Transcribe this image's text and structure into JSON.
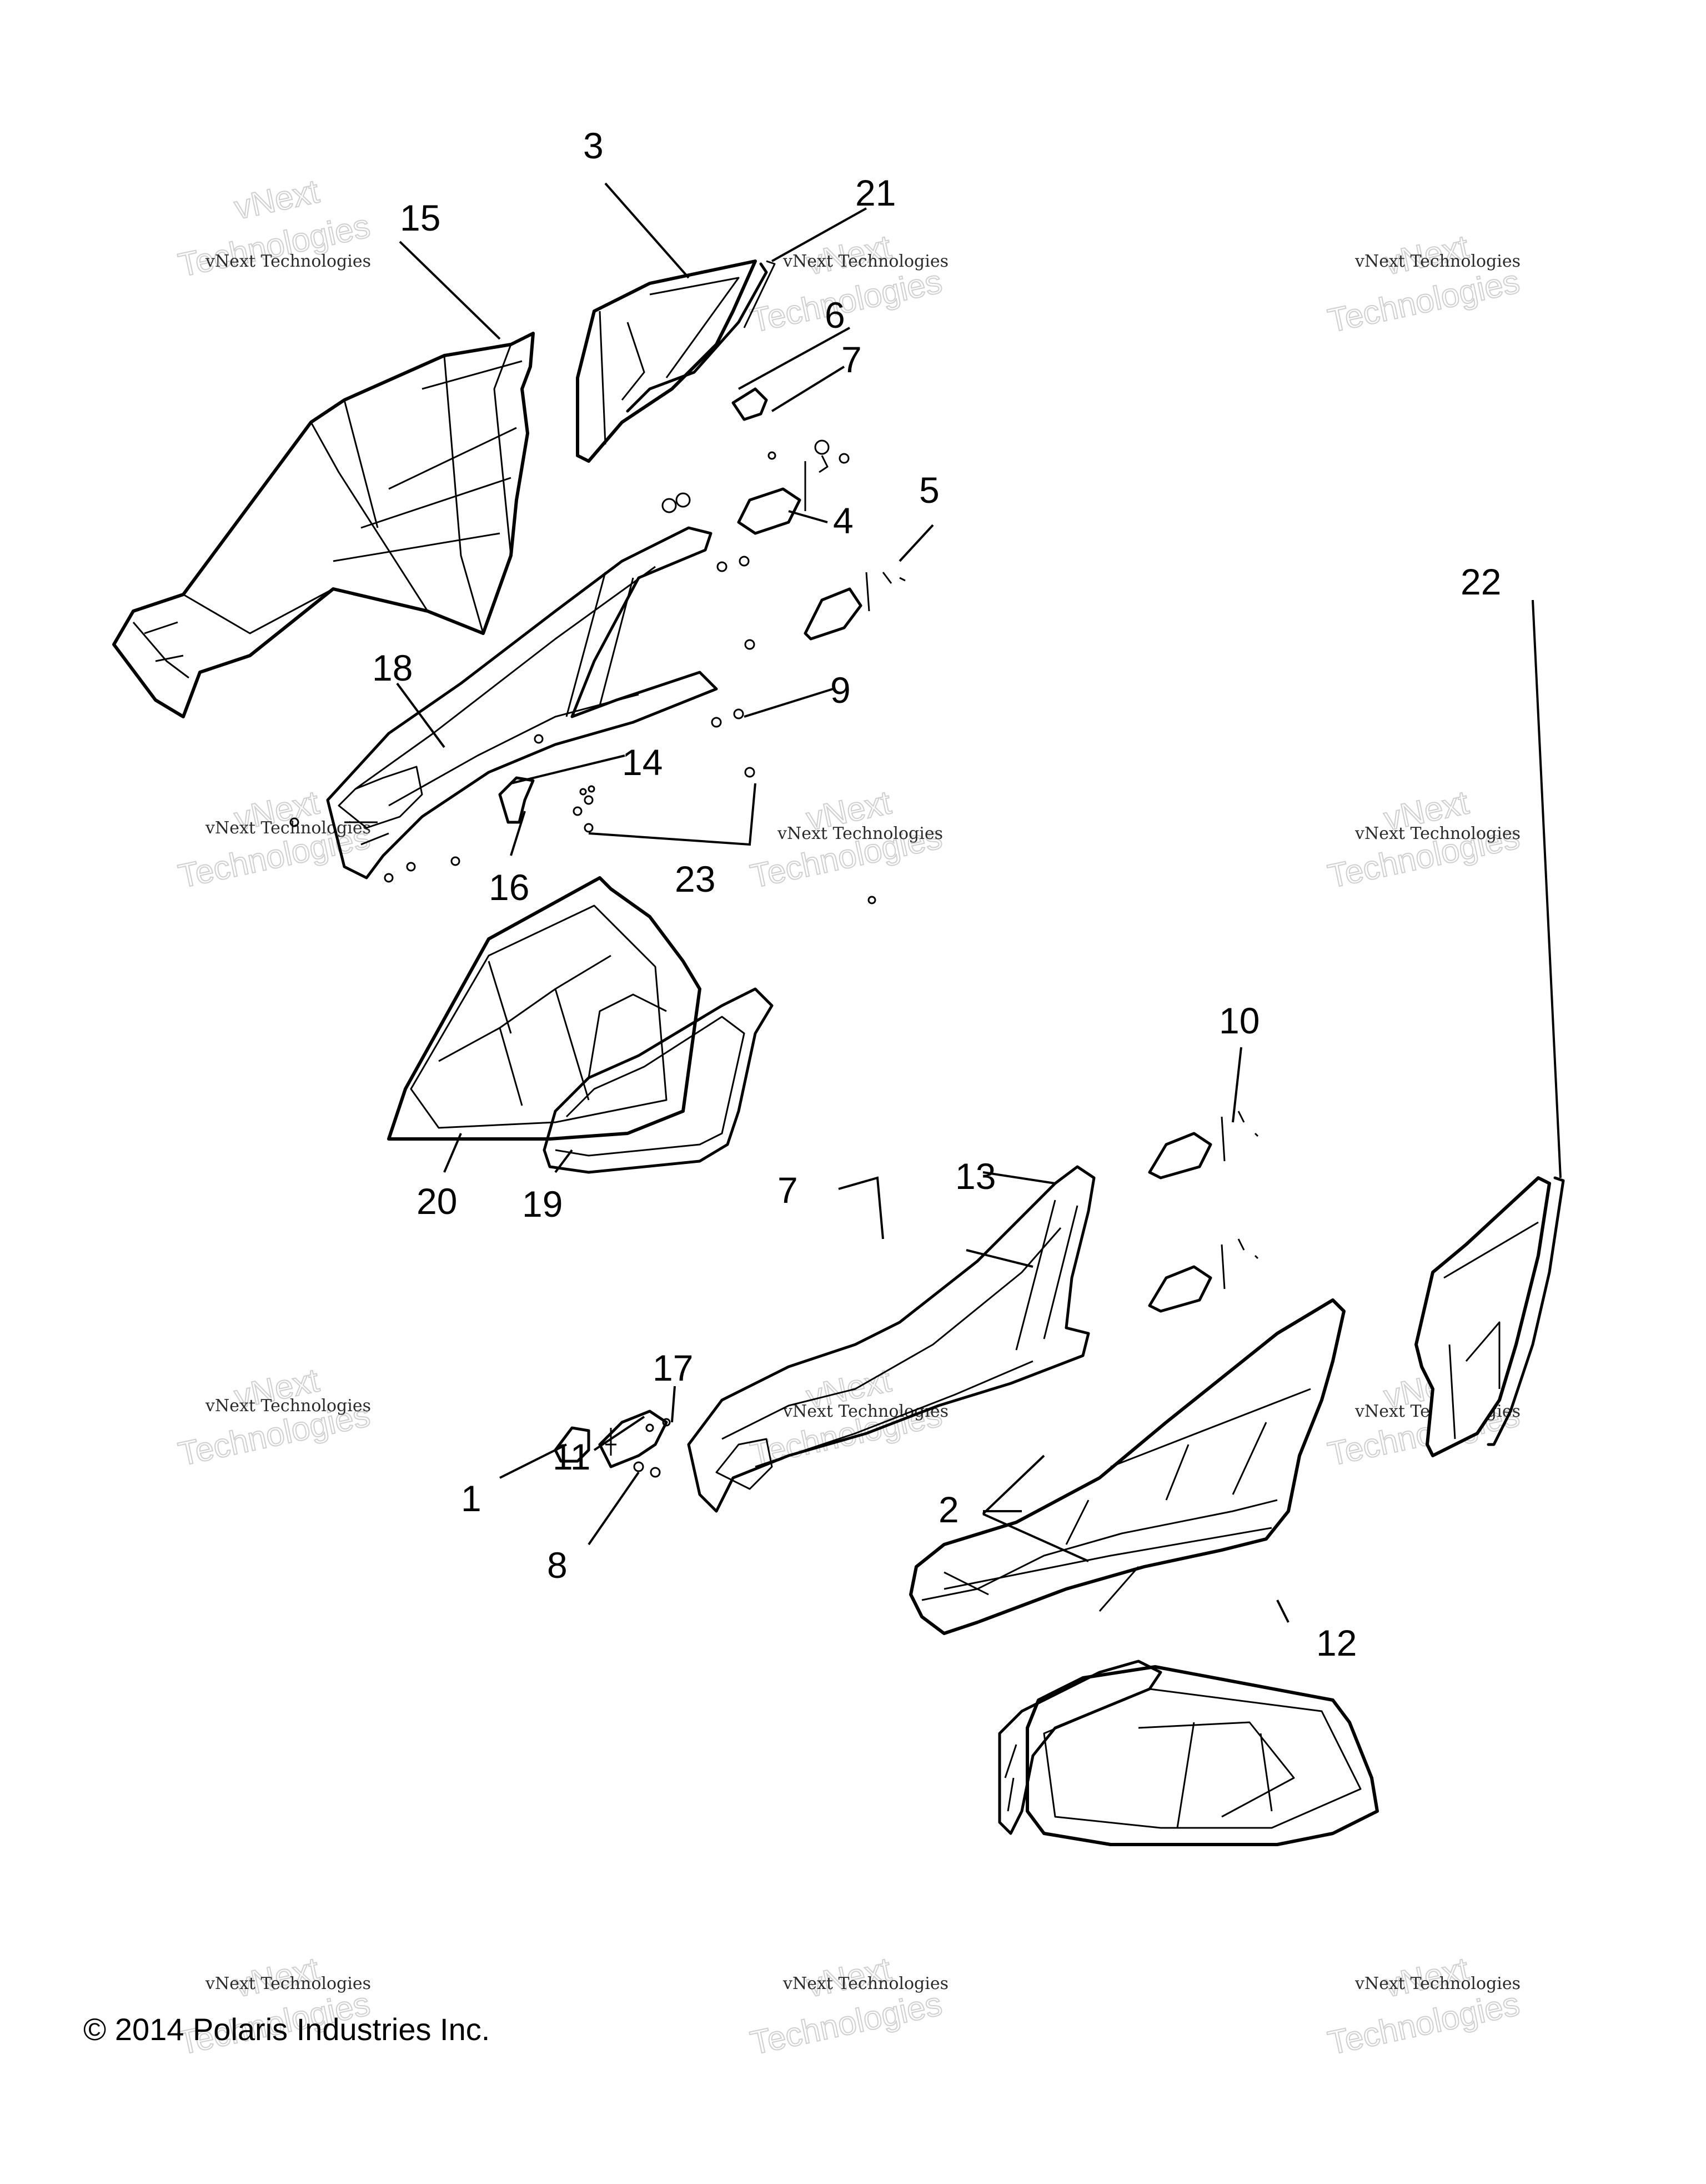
{
  "copyright": "© 2014 Polaris Industries Inc.",
  "watermark": {
    "line1": "vNext Technologies",
    "line2": "Technologies",
    "line3": "vNext"
  },
  "callouts": [
    "1",
    "2",
    "3",
    "4",
    "5",
    "6",
    "7",
    "7",
    "8",
    "9",
    "10",
    "11",
    "12",
    "13",
    "14",
    "15",
    "16",
    "17",
    "18",
    "19",
    "20",
    "21",
    "22",
    "23"
  ]
}
